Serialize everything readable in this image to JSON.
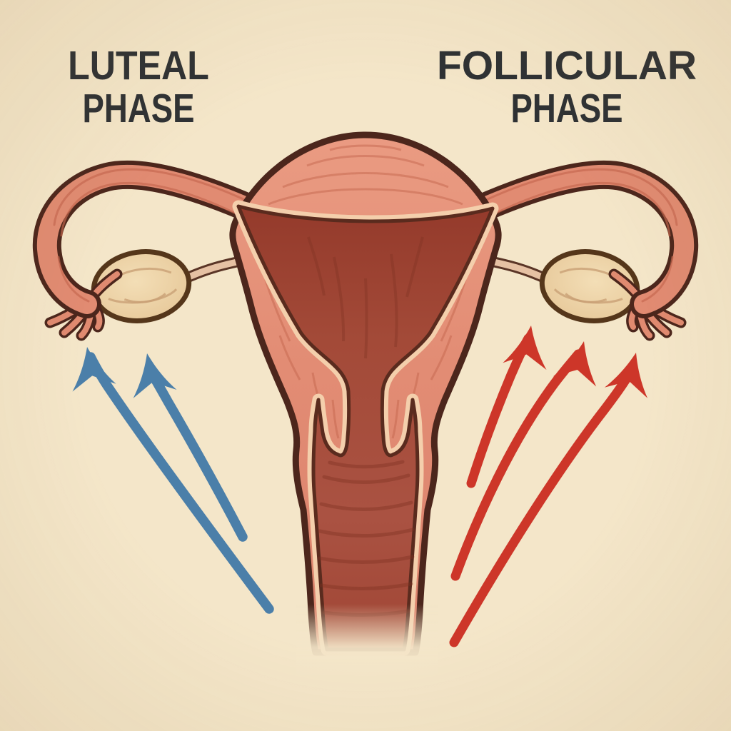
{
  "labels": {
    "left": {
      "line1": "LUTEAL",
      "line2": "PHASE"
    },
    "right": {
      "line1": "FOLLICULAR",
      "line2": "PHASE"
    }
  },
  "colors": {
    "background": "#f4e6c9",
    "label_text": "#2e3134",
    "luteal_arrow_blue": "#4b7fa9",
    "follicular_arrow_red": "#cd3629",
    "uterus_wall": "#e28c74",
    "uterus_cavity": "#a34a38",
    "endometrium_lining": "#f4cfac",
    "outline_dark_brown": "#4c261c",
    "ovary_fill": "#ecd2a4"
  },
  "annotations": {
    "left_arrows": {
      "count": 2,
      "color": "blue"
    },
    "right_arrows": {
      "count": 3,
      "color": "red"
    }
  }
}
